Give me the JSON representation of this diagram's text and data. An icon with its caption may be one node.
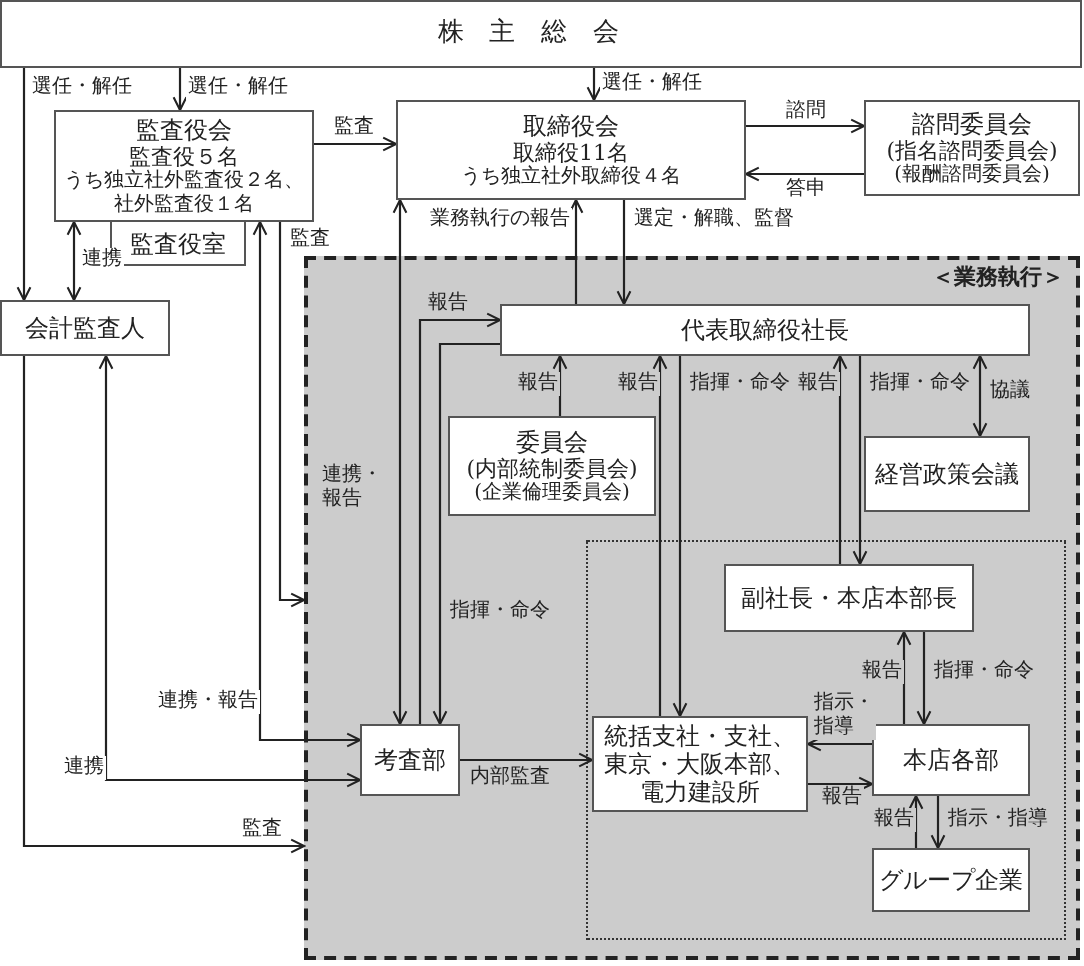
{
  "diagram": {
    "nodes": [
      {
        "text": [
          "株主総会"
        ]
      },
      {
        "text": [
          "監査役会",
          "監査役５名",
          "うち独立社外監査役２名、社外監査役１名"
        ]
      },
      {
        "text": [
          "監査役室"
        ]
      },
      {
        "text": [
          "取締役会",
          "取締役11名",
          "うち独立社外取締役４名"
        ]
      },
      {
        "text": [
          "諮問委員会",
          "(指名諮問委員会)",
          "(報酬諮問委員会)"
        ]
      },
      {
        "text": [
          "＜業務執行＞"
        ]
      },
      {
        "text": [
          "会計監査人"
        ]
      },
      {
        "text": [
          "代表取締役社長"
        ],
        "in": 5
      },
      {
        "text": [
          "委員会",
          "(内部統制委員会)",
          "(企業倫理委員会)"
        ],
        "in": 5
      },
      {
        "text": [
          "経営政策会議"
        ],
        "in": 5
      },
      {
        "text": [],
        "shape": "box",
        "in": 5
      },
      {
        "text": [
          "副社長・本店本部長"
        ],
        "in": 10
      },
      {
        "text": [
          "考査部"
        ],
        "in": 5
      },
      {
        "text": [
          "統括支社・支社、東京・大阪本部、電力建設所"
        ],
        "in": 10
      },
      {
        "text": [
          "本店各部"
        ],
        "in": 10
      },
      {
        "text": [
          "グループ企業"
        ],
        "in": 10
      }
    ],
    "edges": [
      {
        "from": 0,
        "to": 6,
        "arrow": "to",
        "label": "選任・解任"
      },
      {
        "from": 0,
        "to": 1,
        "arrow": "to",
        "label": "選任・解任"
      },
      {
        "from": 0,
        "to": 3,
        "arrow": "to",
        "label": "選任・解任"
      },
      {
        "from": 1,
        "to": 3,
        "arrow": "to",
        "label": "監査"
      },
      {
        "from": 3,
        "to": 4,
        "arrow": "to",
        "label": "諮問"
      },
      {
        "from": 4,
        "to": 3,
        "arrow": "to",
        "label": "答申"
      },
      {
        "from": 1,
        "to": 6,
        "arrow": "both",
        "label": "連携"
      },
      {
        "from": 7,
        "to": 3,
        "arrow": "to",
        "label": "業務執行の報告"
      },
      {
        "from": 3,
        "to": 7,
        "arrow": "to",
        "label": "選定・解職、監督"
      },
      {
        "from": 3,
        "to": 12,
        "arrow": "both",
        "label": "連携・報告"
      },
      {
        "from": 1,
        "to": 5,
        "arrow": "to",
        "label": "監査"
      },
      {
        "from": 1,
        "to": 12,
        "arrow": "both",
        "label": "連携・報告"
      },
      {
        "from": 6,
        "to": 12,
        "arrow": "both",
        "label": "連携"
      },
      {
        "from": 6,
        "to": 5,
        "arrow": "to",
        "label": "監査"
      },
      {
        "from": 12,
        "to": 7,
        "arrow": "to",
        "label": "報告"
      },
      {
        "from": 7,
        "to": 12,
        "arrow": "to",
        "label": "指揮・命令"
      },
      {
        "from": 8,
        "to": 7,
        "arrow": "to",
        "label": "報告"
      },
      {
        "from": 13,
        "to": 7,
        "arrow": "to",
        "label": "報告"
      },
      {
        "from": 7,
        "to": 13,
        "arrow": "to",
        "label": "指揮・命令"
      },
      {
        "from": 11,
        "to": 7,
        "arrow": "to",
        "label": "報告"
      },
      {
        "from": 7,
        "to": 11,
        "arrow": "to",
        "label": "指揮・命令"
      },
      {
        "from": 7,
        "to": 9,
        "arrow": "both",
        "label": "協議"
      },
      {
        "from": 14,
        "to": 11,
        "arrow": "to",
        "label": "報告"
      },
      {
        "from": 11,
        "to": 14,
        "arrow": "to",
        "label": "指揮・命令"
      },
      {
        "from": 14,
        "to": 13,
        "arrow": "to",
        "label": "指示・指導"
      },
      {
        "from": 13,
        "to": 14,
        "arrow": "to",
        "label": "報告"
      },
      {
        "from": 12,
        "to": 13,
        "arrow": "to",
        "label": "内部監査"
      },
      {
        "from": 15,
        "to": 14,
        "arrow": "to",
        "label": "報告"
      },
      {
        "from": 14,
        "to": 15,
        "arrow": "to",
        "label": "指示・指導"
      }
    ]
  }
}
